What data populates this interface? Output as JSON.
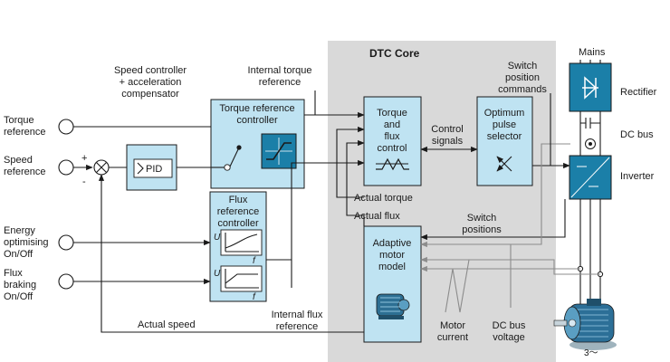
{
  "inputs": {
    "torque_reference": [
      "Torque",
      "reference"
    ],
    "speed_reference": [
      "Speed",
      "reference"
    ],
    "energy_optimising": [
      "Energy",
      "optimising",
      "On/Off"
    ],
    "flux_braking": [
      "Flux",
      "braking",
      "On/Off"
    ]
  },
  "summing_junction": {
    "plus": "+",
    "minus": "-"
  },
  "blocks": {
    "speed_controller_caption": [
      "Speed controller",
      "+ acceleration",
      "compensator"
    ],
    "pid_label": "PID",
    "torque_reference_controller": [
      "Torque reference",
      "controller"
    ],
    "flux_reference_controller": [
      "Flux",
      "reference",
      "controller"
    ],
    "torque_flux_control": [
      "Torque",
      "and",
      "flux",
      "control"
    ],
    "optimum_pulse_selector": [
      "Optimum",
      "pulse",
      "selector"
    ],
    "adaptive_motor_model": [
      "Adaptive",
      "motor",
      "model"
    ],
    "rectifier": "Rectifier",
    "inverter": "Inverter",
    "mains": "Mains",
    "dc_bus": "DC bus",
    "motor_symbol": "3～"
  },
  "flux_graph_axes": {
    "u": "U",
    "f": "f"
  },
  "dtc_core_title": "DTC Core",
  "signals": {
    "internal_torque_reference": [
      "Internal torque",
      "reference"
    ],
    "internal_flux_reference": [
      "Internal flux",
      "reference"
    ],
    "control_signals": [
      "Control",
      "signals"
    ],
    "switch_position_commands": [
      "Switch",
      "position",
      "commands"
    ],
    "actual_torque": "Actual torque",
    "actual_flux": "Actual flux",
    "switch_positions": [
      "Switch",
      "positions"
    ],
    "actual_speed": "Actual speed",
    "motor_current": [
      "Motor",
      "current"
    ],
    "dc_bus_voltage": [
      "DC bus",
      "voltage"
    ]
  },
  "colors": {
    "block_fill": "#bfe3f2",
    "power_fill": "#1b7fa8",
    "core_background": "#d9d9d9",
    "line": "#1a1a1a",
    "measurement_line": "#8c8c8c"
  }
}
